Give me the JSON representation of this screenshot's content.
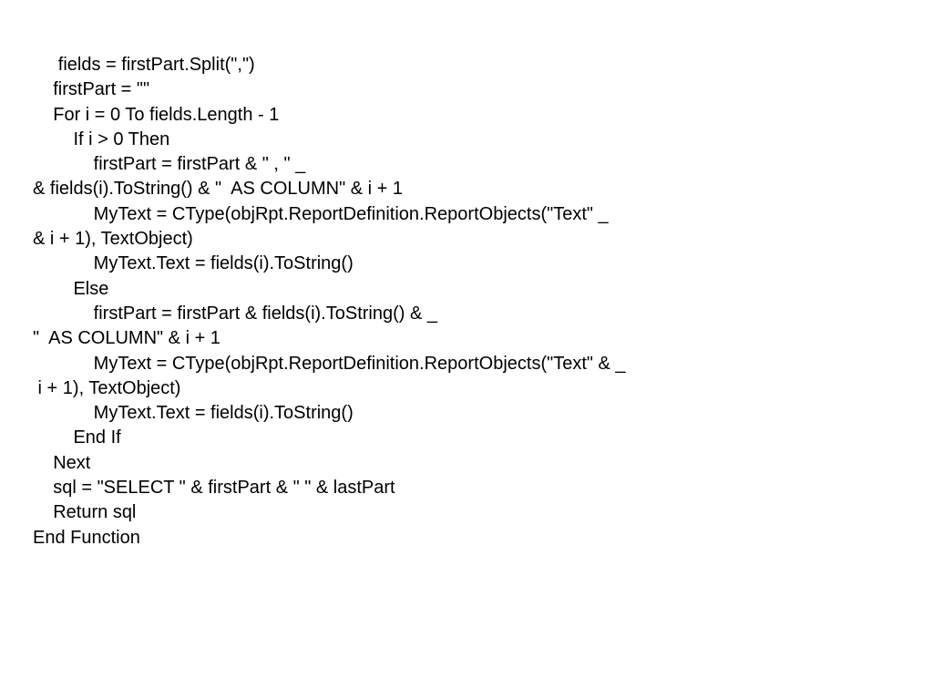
{
  "document": {
    "lines": [
      "     fields = firstPart.Split(\",\")",
      "    firstPart = \"\"",
      "    For i = 0 To fields.Length - 1",
      "        If i > 0 Then",
      "            firstPart = firstPart & \" , \" _",
      "& fields(i).ToString() & \"  AS COLUMN\" & i + 1",
      "            MyText = CType(objRpt.ReportDefinition.ReportObjects(\"Text\" _",
      "& i + 1), TextObject)",
      "            MyText.Text = fields(i).ToString()",
      "        Else",
      "            firstPart = firstPart & fields(i).ToString() & _",
      "\"  AS COLUMN\" & i + 1",
      "            MyText = CType(objRpt.ReportDefinition.ReportObjects(\"Text\" & _",
      " i + 1), TextObject)",
      "            MyText.Text = fields(i).ToString()",
      "        End If",
      "    Next",
      "    sql = \"SELECT \" & firstPart & \" \" & lastPart",
      "    Return sql",
      "End Function"
    ]
  }
}
